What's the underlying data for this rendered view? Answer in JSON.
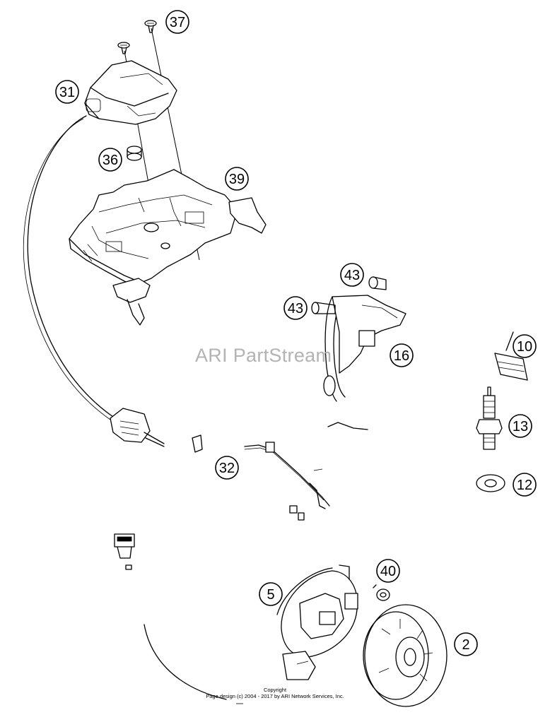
{
  "watermark": "ARI PartStream",
  "copyright": {
    "line1": "Copyright",
    "line2": "Page design (c) 2004 - 2017 by ARI Network Services, Inc."
  },
  "callouts": [
    {
      "id": "c37",
      "label": "37"
    },
    {
      "id": "c31",
      "label": "31"
    },
    {
      "id": "c36",
      "label": "36"
    },
    {
      "id": "c39",
      "label": "39"
    },
    {
      "id": "c43a",
      "label": "43"
    },
    {
      "id": "c43b",
      "label": "43"
    },
    {
      "id": "c16",
      "label": "16"
    },
    {
      "id": "c10",
      "label": "10"
    },
    {
      "id": "c13",
      "label": "13"
    },
    {
      "id": "c12",
      "label": "12"
    },
    {
      "id": "c32",
      "label": "32"
    },
    {
      "id": "c40",
      "label": "40"
    },
    {
      "id": "c5",
      "label": "5"
    },
    {
      "id": "c2",
      "label": "2"
    }
  ]
}
